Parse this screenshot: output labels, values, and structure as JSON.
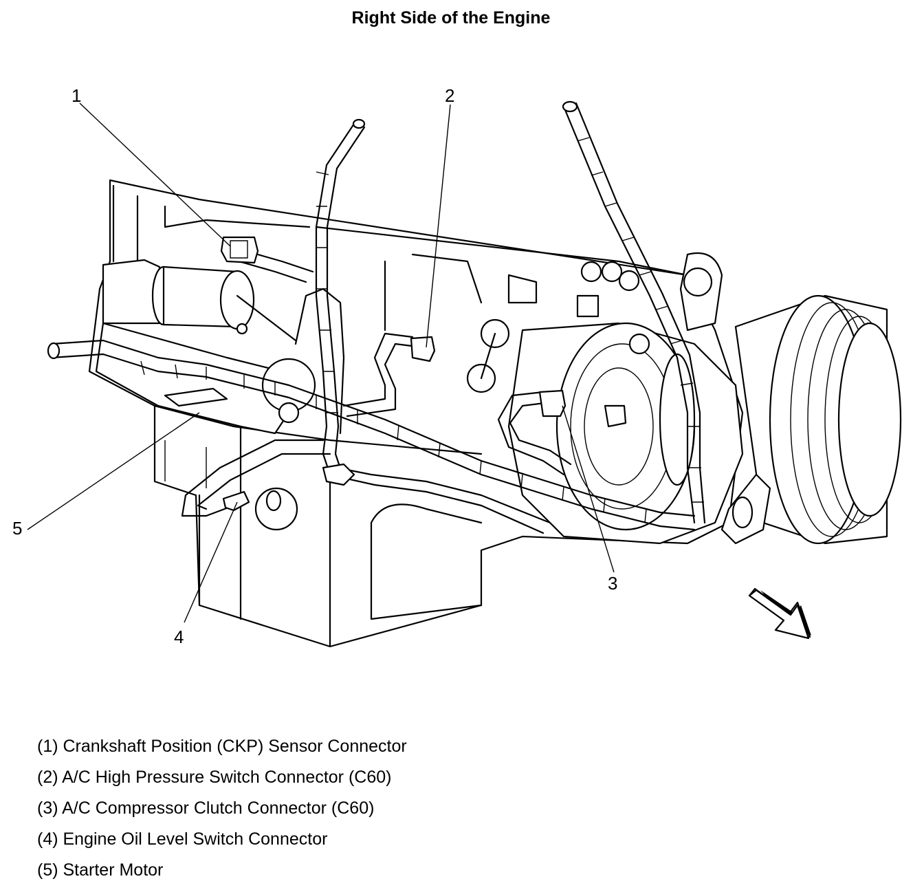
{
  "title": "Right Side of the Engine",
  "callouts": [
    {
      "num": "1",
      "label": "(1) Crankshaft Position (CKP) Sensor Connector"
    },
    {
      "num": "2",
      "label": "(2) A/C High Pressure Switch Connector (C60)"
    },
    {
      "num": "3",
      "label": "(3) A/C Compressor Clutch Connector (C60)"
    },
    {
      "num": "4",
      "label": "(4) Engine Oil Level Switch Connector"
    },
    {
      "num": "5",
      "label": "(5) Starter Motor"
    }
  ],
  "icons": {
    "direction": "forward-arrow-icon"
  }
}
